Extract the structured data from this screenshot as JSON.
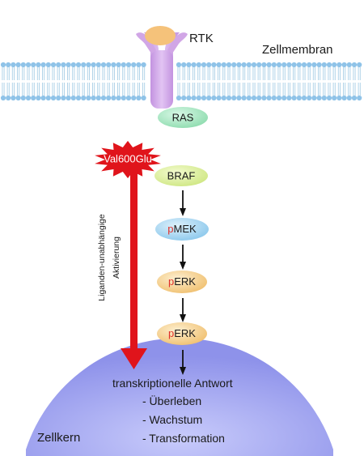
{
  "labels": {
    "receptor": "RTK",
    "membrane": "Zellmembran",
    "nucleus": "Zellkern",
    "mutation": "Val600Glu",
    "side_line1": "Liganden-unabhängige",
    "side_line2": "Aktivierung"
  },
  "nodes": {
    "ras": "RAS",
    "braf": "BRAF",
    "mek": "MEK",
    "erk1": "ERK",
    "erk2": "ERK",
    "phospho_prefix": "p"
  },
  "response": {
    "title": "transkriptionelle Antwort",
    "items": [
      "- Überleben",
      "- Wachstum",
      "- Transformation"
    ]
  },
  "colors": {
    "membrane_head": "#8fc3e8",
    "membrane_tail": "#a9cfe6",
    "receptor": "#d1a6e6",
    "ligand": "#f5c27a",
    "ras": "#a6e8c2",
    "braf": "#dff0a0",
    "mek": "#a8d6f0",
    "erk": "#f6d08a",
    "nucleus": "#a0a3ef",
    "mutation": "#e0141b",
    "arrow": "#e0141b",
    "phospho": "#e0302a"
  }
}
